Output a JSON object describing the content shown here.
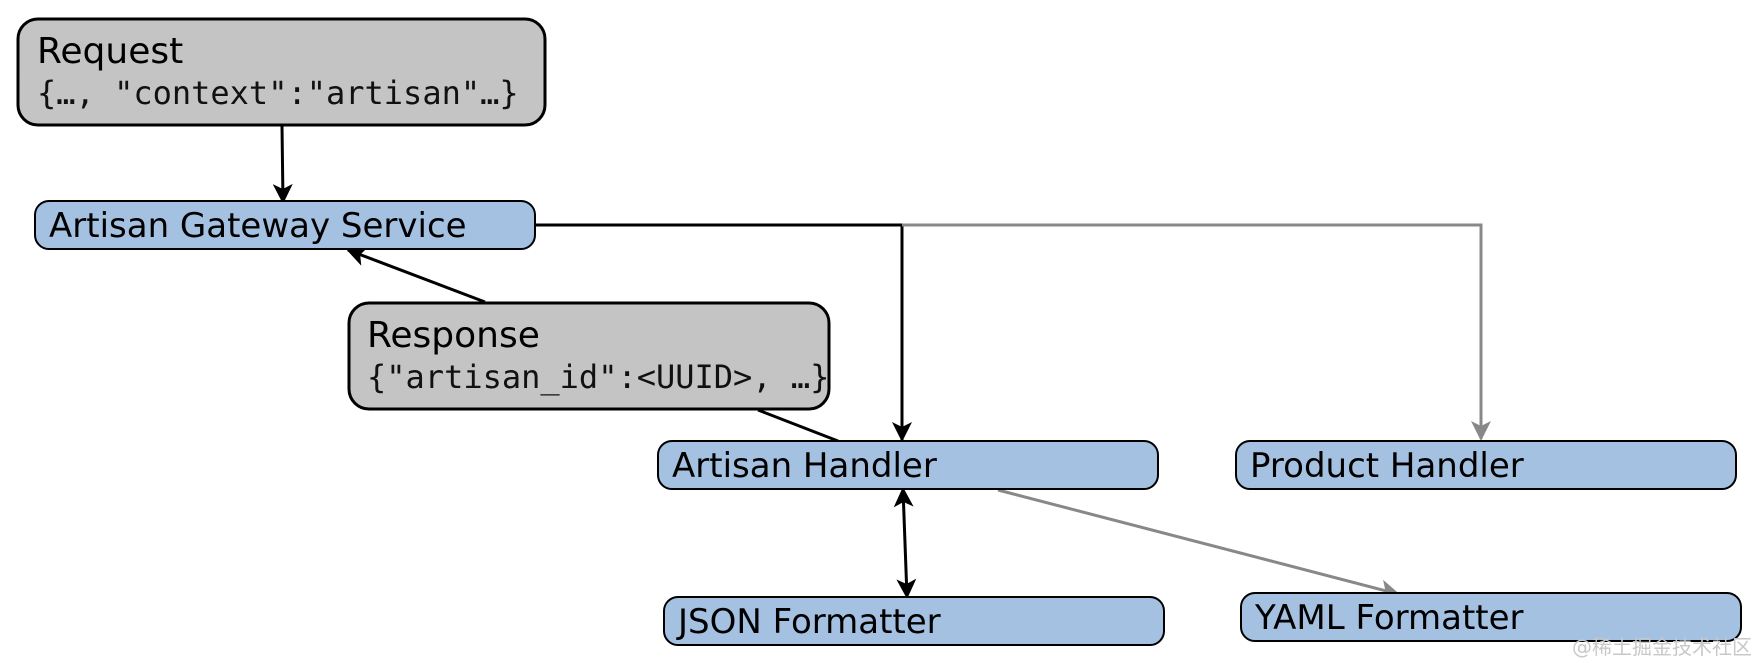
{
  "colors": {
    "node_fill": "#a4c1e2",
    "message_fill": "#c4c4c4",
    "stroke": "#000000",
    "secondary_arrow": "#808080"
  },
  "request": {
    "title": "Request",
    "body": "{…, \"context\":\"artisan\"…}"
  },
  "response": {
    "title": "Response",
    "body": "{\"artisan_id\":<UUID>, …}"
  },
  "nodes": {
    "gateway": "Artisan Gateway Service",
    "artisan_handler": "Artisan Handler",
    "product_handler": "Product Handler",
    "json_formatter": "JSON Formatter",
    "yaml_formatter": "YAML Formatter"
  },
  "watermark": "@稀土掘金技术社区"
}
